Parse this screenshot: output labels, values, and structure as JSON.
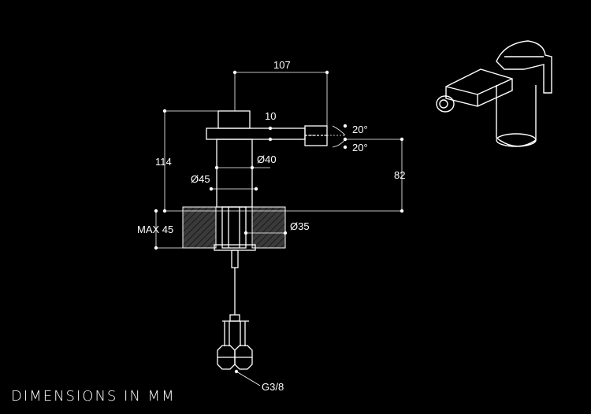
{
  "dimensions": {
    "spout_length": "107",
    "spout_height": "10",
    "total_height": "114",
    "outlet_height": "82",
    "body_diameter": "Ø40",
    "base_diameter": "Ø45",
    "hole_diameter": "Ø35",
    "max_deck": "MAX 45",
    "swivel_up": "20°",
    "swivel_down": "20°",
    "connection": "G3/8"
  },
  "footer_note": "DIMENSIONS IN MM",
  "colors": {
    "background": "#000000",
    "line": "#ffffff",
    "hatch": "#555555"
  }
}
